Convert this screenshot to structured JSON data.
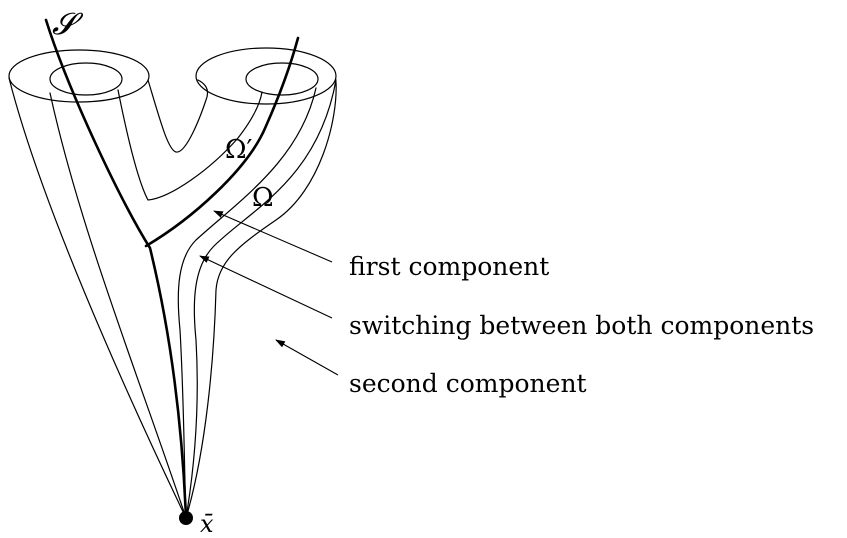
{
  "symbols": {
    "set": "𝓢",
    "outer_region": "Ω",
    "inner_region": "Ω′",
    "point": "x̄"
  },
  "annotations": [
    {
      "text": "first component"
    },
    {
      "text": "switching between both components"
    },
    {
      "text": "second component"
    }
  ]
}
